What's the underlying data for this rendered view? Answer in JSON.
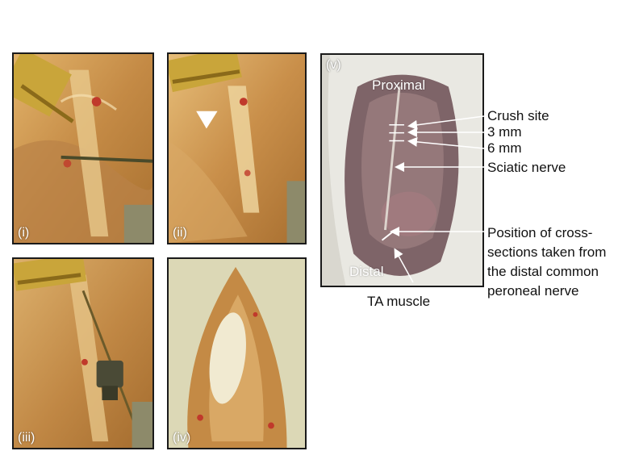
{
  "panels": {
    "i": {
      "label": "(i)"
    },
    "ii": {
      "label": "(ii)"
    },
    "iii": {
      "label": "(iii)"
    },
    "iv": {
      "label": "(iv)"
    },
    "v": {
      "label": "(v)",
      "proximal": "Proximal",
      "distal": "Distal"
    }
  },
  "annotations": {
    "crush_site": "Crush site",
    "mm3": "3 mm",
    "mm6": "6 mm",
    "sciatic": "Sciatic nerve",
    "cross_line1": "Position of cross-",
    "cross_line2": "sections taken from",
    "cross_line3": "the distal common",
    "cross_line4": "peroneal nerve",
    "ta_muscle": "TA muscle"
  },
  "colors": {
    "tissue": "#c98f4a",
    "tissue_light": "#e3b673",
    "blood": "#c0392b",
    "retractor": "#c9a53a",
    "fur": "#ecebe6",
    "nerve": "#f3ecd8",
    "border": "#1a1a1a"
  }
}
